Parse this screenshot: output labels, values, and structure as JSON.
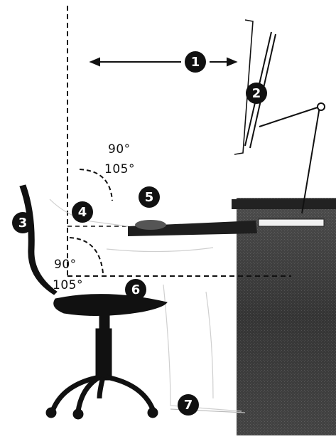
{
  "markers": [
    {
      "id": "1",
      "label": "1"
    },
    {
      "id": "2",
      "label": "2"
    },
    {
      "id": "3",
      "label": "3"
    },
    {
      "id": "4",
      "label": "4"
    },
    {
      "id": "5",
      "label": "5"
    },
    {
      "id": "6",
      "label": "6"
    },
    {
      "id": "7",
      "label": "7"
    }
  ],
  "angles": {
    "elbow_min": "90°",
    "elbow_max": "105°",
    "hip_min": "90°",
    "hip_max": "105°"
  },
  "colors": {
    "ink": "#111111",
    "desk_shadow": "#3a3a3a",
    "background": "#ffffff"
  }
}
